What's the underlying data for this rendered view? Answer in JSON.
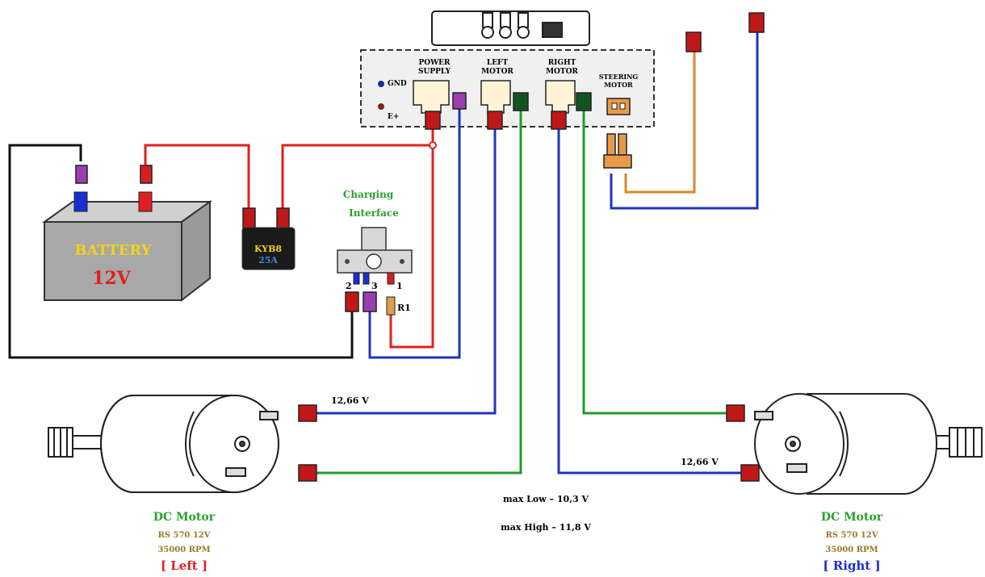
{
  "controller": {
    "gnd": "GND",
    "vplus": "E+",
    "power_supply": [
      "POWER",
      "SUPPLY"
    ],
    "left_motor": [
      "LEFT",
      "MOTOR"
    ],
    "right_motor": [
      "RIGHT",
      "MOTOR"
    ],
    "steering_motor": [
      "STEERING",
      "MOTOR"
    ]
  },
  "battery": {
    "name": "BATTERY",
    "voltage": "12V"
  },
  "switch": {
    "line1": "KYB8",
    "line2": "25A"
  },
  "charging": {
    "title_1": "Charging",
    "title_2": "Interface",
    "pin_2": "2",
    "pin_3": "3",
    "pin_1": "1",
    "resistor": "R1"
  },
  "voltages": {
    "left_motor": "12,66 V",
    "right_motor": "12,66 V",
    "max_low": "max Low – 10,3 V",
    "max_high": "max High – 11,8 V"
  },
  "left_motor": {
    "title": "DC Motor",
    "model": "RS 570 12V",
    "rpm": "35000 RPM",
    "side": "[ Left ]"
  },
  "right_motor": {
    "title": "DC Motor",
    "model": "RS 570 12V",
    "rpm": "35000 RPM",
    "side": "[ Right ]"
  },
  "colors": {
    "positive_wire": "#e02020",
    "negative_wire": "#2233bb",
    "motor_wire_green": "#1f9a2f",
    "steering_wire": "#d9892a",
    "ground_wire": "#111111",
    "label_green": "#2aa02a",
    "label_olive": "#9a7a2a",
    "battery_text": "#f2d21b",
    "battery_voltage": "#e02020"
  }
}
